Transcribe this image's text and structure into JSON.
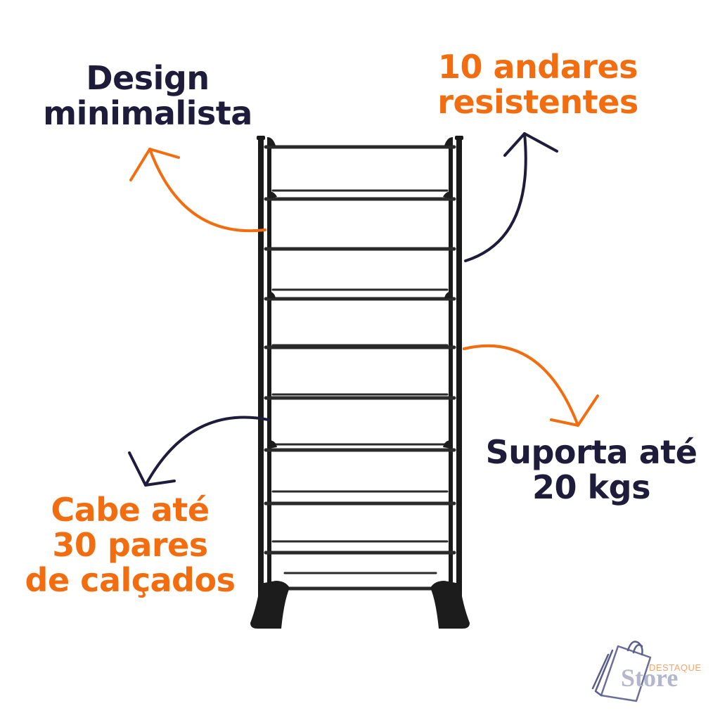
{
  "features": {
    "design": {
      "lines": [
        "Design",
        "minimalista"
      ],
      "color": "#1e1c3a"
    },
    "andares": {
      "lines": [
        "10 andares",
        "resistentes"
      ],
      "color": "#f26d0f"
    },
    "suporta": {
      "lines": [
        "Suporta até",
        "20 kgs"
      ],
      "color": "#1e1c3a"
    },
    "cabe": {
      "lines": [
        "Cabe até",
        "30 pares",
        "de calçados"
      ],
      "color": "#f26d0f"
    }
  },
  "product": {
    "name": "shoe-rack",
    "tiers": 10,
    "frame_color": "#1a1a1a"
  },
  "logo": {
    "top_text": "DESTAQUE",
    "main_text": "Store"
  },
  "colors": {
    "accent_orange": "#f26d0f",
    "navy": "#1e1c3a",
    "background": "#ffffff"
  }
}
